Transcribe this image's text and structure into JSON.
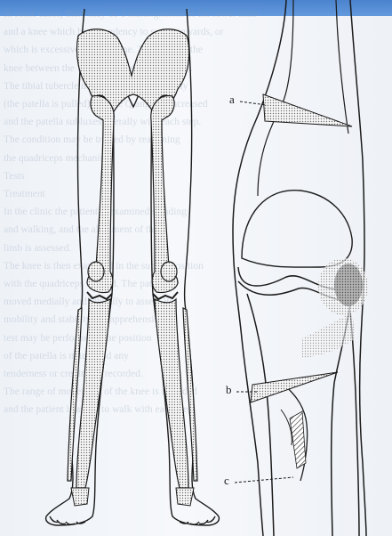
{
  "figure": {
    "labels": {
      "a": "a",
      "b": "b",
      "c": "c"
    }
  },
  "background_text": "In some cases, there may be a malalignment of the lower limb\nand a knee which has a tendency to swing inwards, or\nwhich is excessively out of line. The angle at the\nknee between the femur and tibia is increased.\nThe tibial tubercle may be displaced laterally\n(the patella is pulled) and the Q angle is increased\nand the patella subluxes laterally with each step.\nThe condition may be treated by realigning\nthe quadriceps mechanism.\nTests\nTreatment\nIn the clinic the patient is examined standing\nand walking, and the alignment of the\nlimb is assessed.\nThe knee is then examined in the supine position\nwith the quadriceps relaxed. The patella is\nmoved medially and laterally to assess its\nmobility and stability. An apprehension\ntest may be performed. The position\nof the patella is noted, and any\ntenderness or crepitus is recorded.\nThe range of movement of the knee is recorded\nand the patient is asked to walk with each step."
}
